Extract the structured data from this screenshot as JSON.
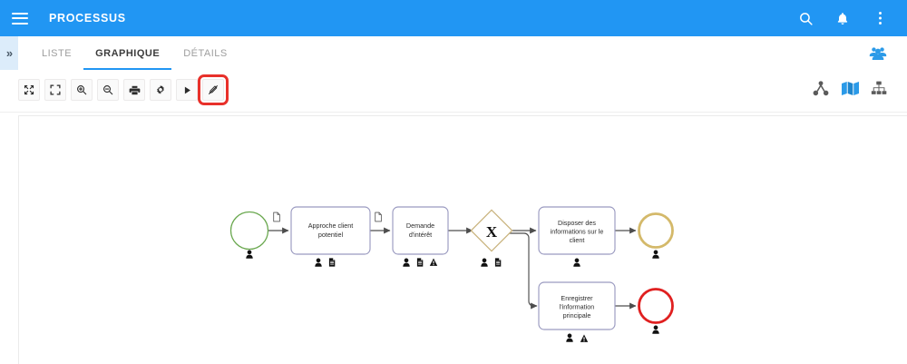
{
  "appbar": {
    "title": "PROCESSUS",
    "menu_icon": "hamburger-icon",
    "actions": [
      {
        "name": "search-icon",
        "label": "Rechercher"
      },
      {
        "name": "notifications-icon",
        "label": "Notifications"
      },
      {
        "name": "overflow-menu-icon",
        "label": "Plus d'options"
      }
    ]
  },
  "tabbar": {
    "sidebar_toggle_label": "»",
    "tabs": [
      {
        "label": "LISTE",
        "active": false
      },
      {
        "label": "GRAPHIQUE",
        "active": true
      },
      {
        "label": "DÉTAILS",
        "active": false
      }
    ],
    "participants_icon": "people-group-icon"
  },
  "toolbar": {
    "buttons": [
      {
        "name": "move-tool-button",
        "icon": "arrows-move-icon"
      },
      {
        "name": "fit-screen-button",
        "icon": "fit-screen-icon"
      },
      {
        "name": "zoom-in-button",
        "icon": "zoom-in-icon"
      },
      {
        "name": "zoom-out-button",
        "icon": "zoom-out-icon"
      },
      {
        "name": "print-button",
        "icon": "printer-icon"
      },
      {
        "name": "settings-button",
        "icon": "gear-icon"
      },
      {
        "name": "play-button",
        "icon": "play-icon"
      },
      {
        "name": "edit-disabled-button",
        "icon": "pencil-slash-icon"
      }
    ],
    "highlighted_button_index": 7,
    "highlight_color": "#e8302a",
    "view_modes": [
      {
        "name": "view-mode-tree",
        "icon": "hierarchy-nodes-icon",
        "active": false
      },
      {
        "name": "view-mode-map",
        "icon": "map-icon",
        "active": true
      },
      {
        "name": "view-mode-orgchart",
        "icon": "org-chart-icon",
        "active": false
      }
    ]
  },
  "colors": {
    "brand_blue": "#2196f3",
    "start_event_green": "#6aa84f",
    "gateway_tan": "#c9b37e",
    "end_event_tan": "#d4b96a",
    "end_event_red": "#e02020",
    "task_border": "#9a9ac0",
    "flow_gray": "#4d4d4d"
  },
  "diagram": {
    "type": "bpmn-process",
    "nodes": [
      {
        "id": "start",
        "kind": "start-event",
        "label": "",
        "markers": [
          "user-icon"
        ],
        "color": "#6aa84f"
      },
      {
        "id": "task1",
        "kind": "task",
        "label": "Approche client potentiel",
        "lines": [
          "Approche client",
          "potentiel"
        ],
        "markers": [
          "user-icon",
          "document-icon"
        ]
      },
      {
        "id": "task2",
        "kind": "task",
        "label": "Demande d'intérêt",
        "lines": [
          "Demande",
          "d'intérêt"
        ],
        "markers": [
          "user-icon",
          "document-icon",
          "warning-icon"
        ]
      },
      {
        "id": "gateway",
        "kind": "exclusive-gateway",
        "label": "X",
        "markers": [
          "user-icon",
          "document-icon"
        ]
      },
      {
        "id": "task3",
        "kind": "task",
        "label": "Disposer des informations sur le client",
        "lines": [
          "Disposer des",
          "informations sur le",
          "client"
        ],
        "markers": [
          "user-icon"
        ]
      },
      {
        "id": "task4",
        "kind": "task",
        "label": "Enregistrer l'information principale",
        "lines": [
          "Enregistrer",
          "l'information",
          "principale"
        ],
        "markers": [
          "user-icon",
          "warning-icon"
        ]
      },
      {
        "id": "end1",
        "kind": "end-event",
        "label": "",
        "markers": [
          "user-icon"
        ],
        "color": "#d4b96a"
      },
      {
        "id": "end2",
        "kind": "end-event",
        "label": "",
        "markers": [
          "user-icon"
        ],
        "color": "#e02020"
      }
    ],
    "flows": [
      {
        "from": "start",
        "to": "task1",
        "artifact": "document-icon"
      },
      {
        "from": "task1",
        "to": "task2",
        "artifact": "document-icon"
      },
      {
        "from": "task2",
        "to": "gateway",
        "artifact": ""
      },
      {
        "from": "gateway",
        "to": "task3",
        "artifact": ""
      },
      {
        "from": "gateway",
        "to": "task4",
        "artifact": ""
      },
      {
        "from": "task3",
        "to": "end1",
        "artifact": ""
      },
      {
        "from": "task4",
        "to": "end2",
        "artifact": ""
      }
    ]
  }
}
